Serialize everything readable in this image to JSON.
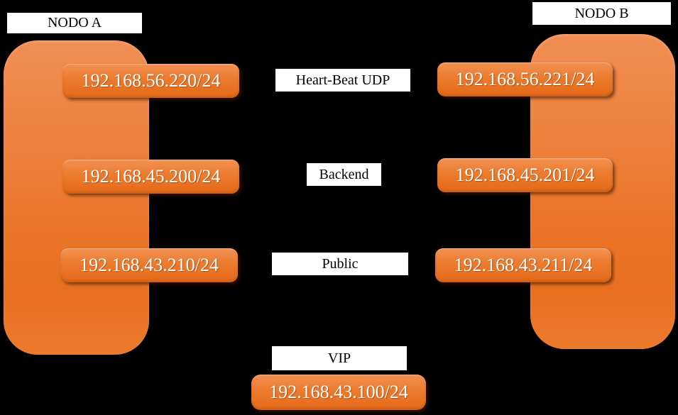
{
  "colors": {
    "background": "#000000",
    "node_fill_top": "#F18E55",
    "node_fill_bottom": "#E97021",
    "chip_fill_top": "#F29254",
    "chip_fill_bottom": "#E66D1C",
    "label_bg": "#FFFFFF",
    "label_text": "#000000",
    "chip_text": "#FFFFFF"
  },
  "node_a": {
    "label": "NODO A",
    "ips": [
      "192.168.56.220/24",
      "192.168.45.200/24",
      "192.168.43.210/24"
    ]
  },
  "node_b": {
    "label": "NODO B",
    "ips": [
      "192.168.56.221/24",
      "192.168.45.201/24",
      "192.168.43.211/24"
    ]
  },
  "links": {
    "heartbeat": "Heart-Beat UDP",
    "backend": "Backend",
    "public": "Public"
  },
  "vip": {
    "label": "VIP",
    "ip": "192.168.43.100/24"
  }
}
